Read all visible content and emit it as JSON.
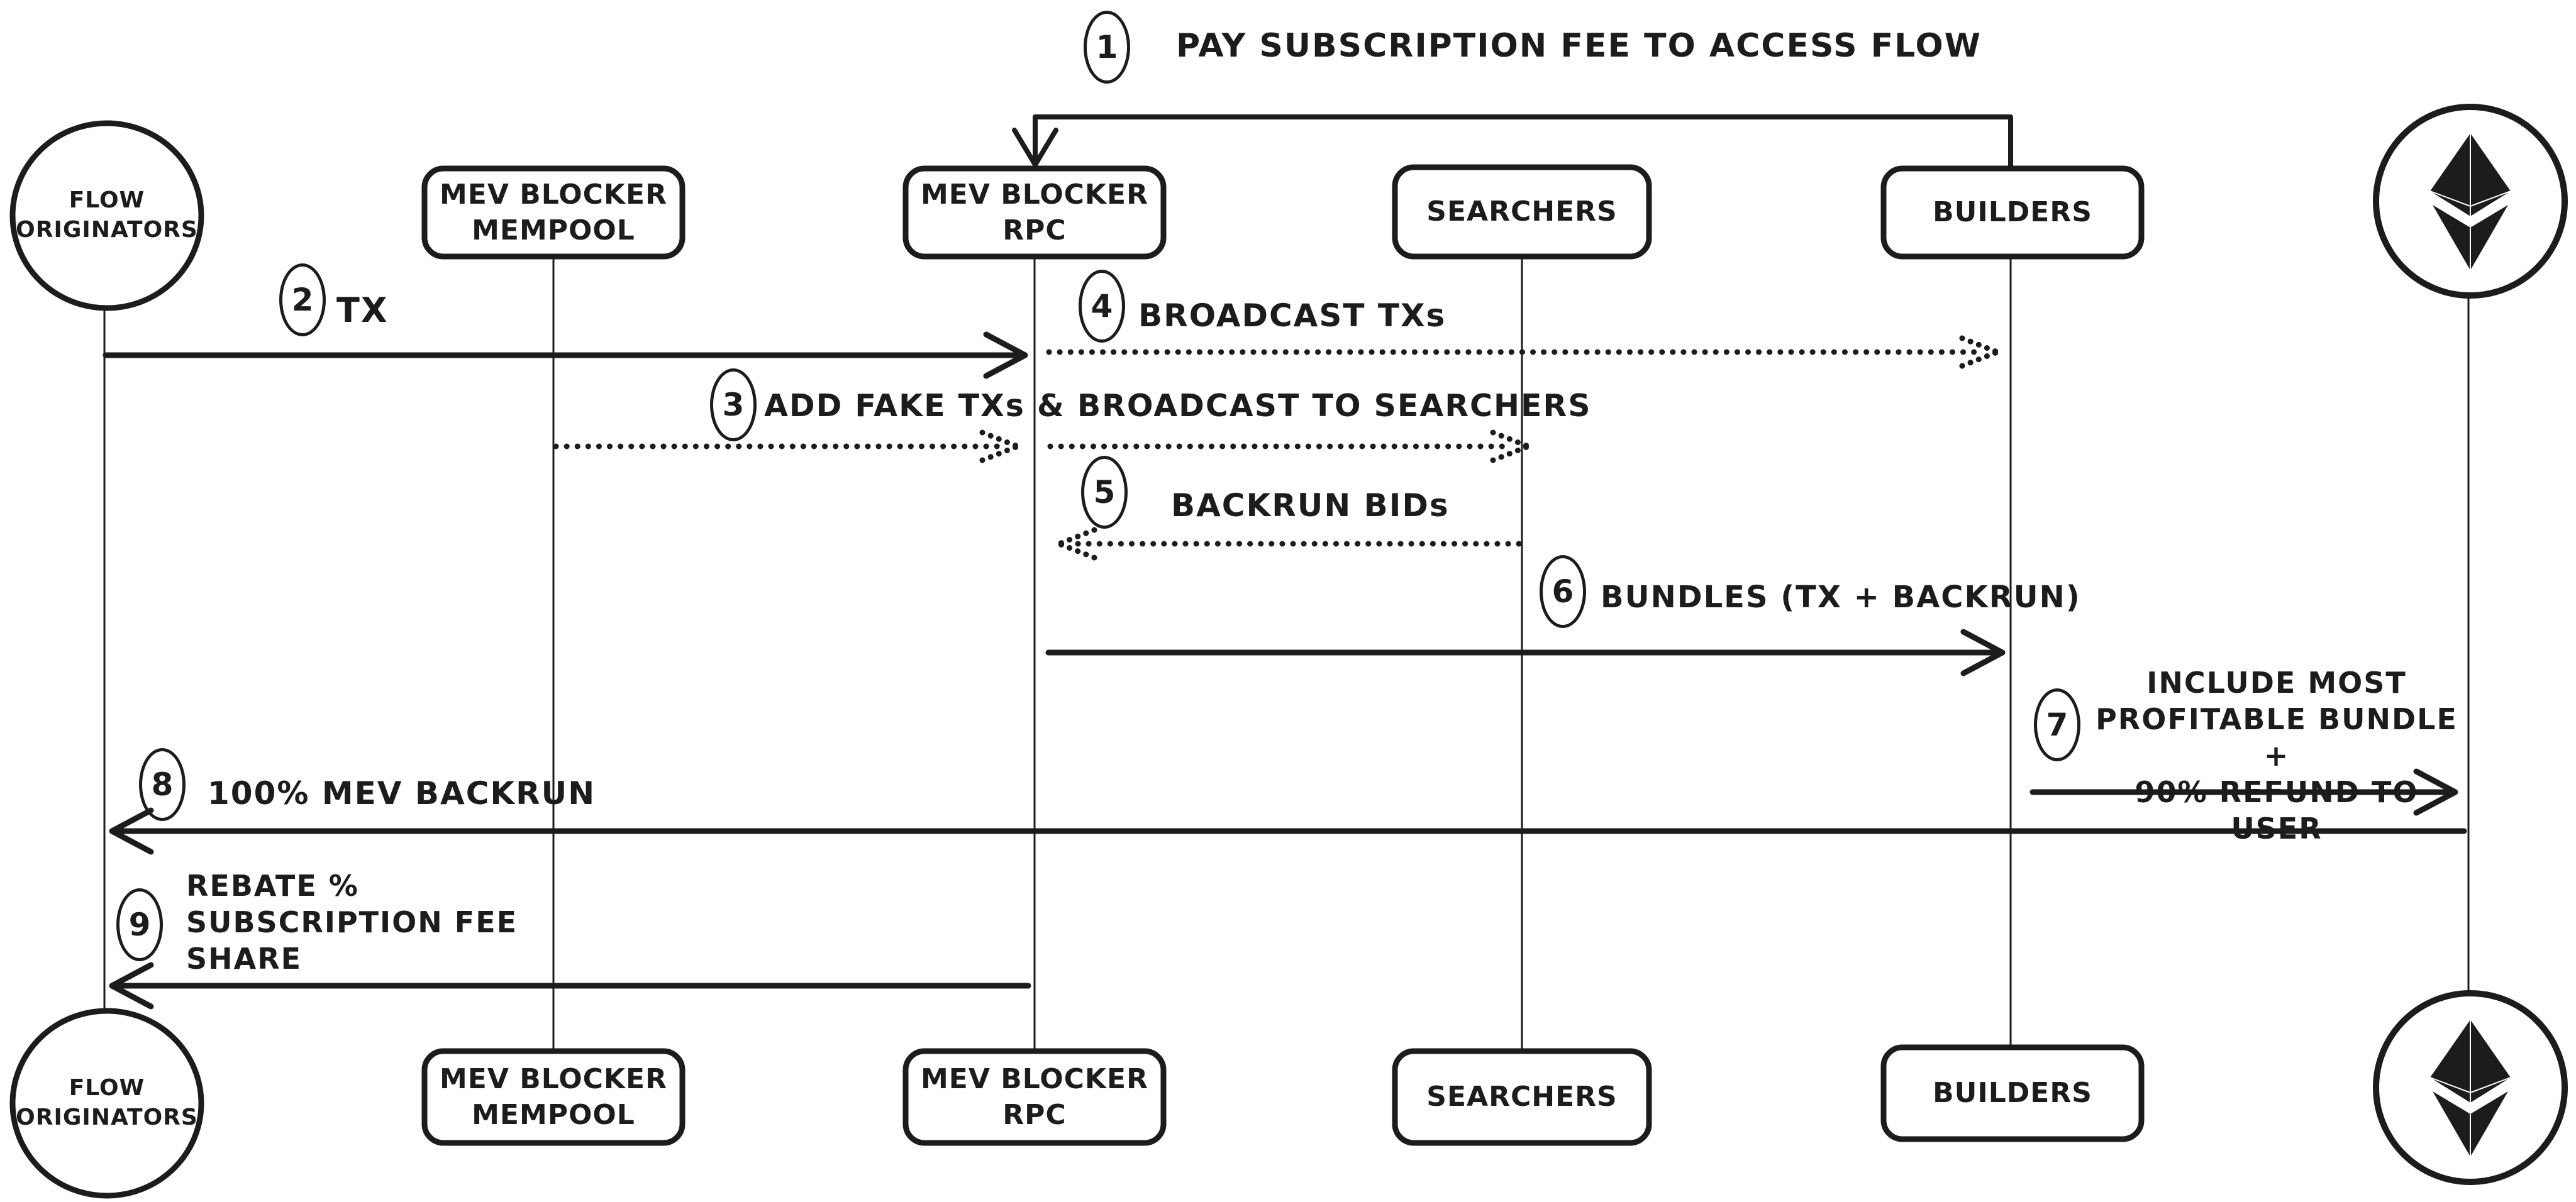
{
  "colors": {
    "ink": "#1c1c1c",
    "background": "#ffffff"
  },
  "actors": {
    "flow_originators": "FLOW\nORIGINATORS",
    "mev_blocker_mempool": "MEV BLOCKER\nMEMPOOL",
    "mev_blocker_rpc": "MEV BLOCKER\nRPC",
    "searchers": "SEARCHERS",
    "builders": "BUILDERS",
    "ethereum_icon": "ethereum-logo"
  },
  "messages": {
    "m1": {
      "num": "1",
      "label": "PAY SUBSCRIPTION FEE TO ACCESS FLOW",
      "from": "BUILDERS",
      "to": "MEV BLOCKER RPC",
      "style": "solid"
    },
    "m2": {
      "num": "2",
      "label": "TX",
      "from": "FLOW ORIGINATORS",
      "to": "MEV BLOCKER RPC",
      "style": "solid"
    },
    "m3": {
      "num": "3",
      "label": "ADD FAKE TXs & BROADCAST TO SEARCHERS",
      "from": "MEV BLOCKER MEMPOOL",
      "to": "SEARCHERS",
      "style": "dotted"
    },
    "m4": {
      "num": "4",
      "label": "BROADCAST TXs",
      "from": "MEV BLOCKER RPC",
      "to": "BUILDERS",
      "style": "dotted"
    },
    "m5": {
      "num": "5",
      "label": "BACKRUN BIDs",
      "from": "SEARCHERS",
      "to": "MEV BLOCKER RPC",
      "style": "dotted"
    },
    "m6": {
      "num": "6",
      "label": "BUNDLES (TX + BACKRUN)",
      "from": "MEV BLOCKER RPC",
      "to": "BUILDERS",
      "style": "solid"
    },
    "m7": {
      "num": "7",
      "label": "INCLUDE MOST\nPROFITABLE BUNDLE +\n90% REFUND TO USER",
      "from": "BUILDERS",
      "to": "ETHEREUM",
      "style": "solid"
    },
    "m8": {
      "num": "8",
      "label": "100% MEV BACKRUN",
      "from": "ETHEREUM",
      "to": "FLOW ORIGINATORS",
      "style": "solid"
    },
    "m9": {
      "num": "9",
      "label": "REBATE %\nSUBSCRIPTION FEE\nSHARE",
      "from": "MEV BLOCKER RPC",
      "to": "FLOW ORIGINATORS",
      "style": "solid"
    }
  }
}
